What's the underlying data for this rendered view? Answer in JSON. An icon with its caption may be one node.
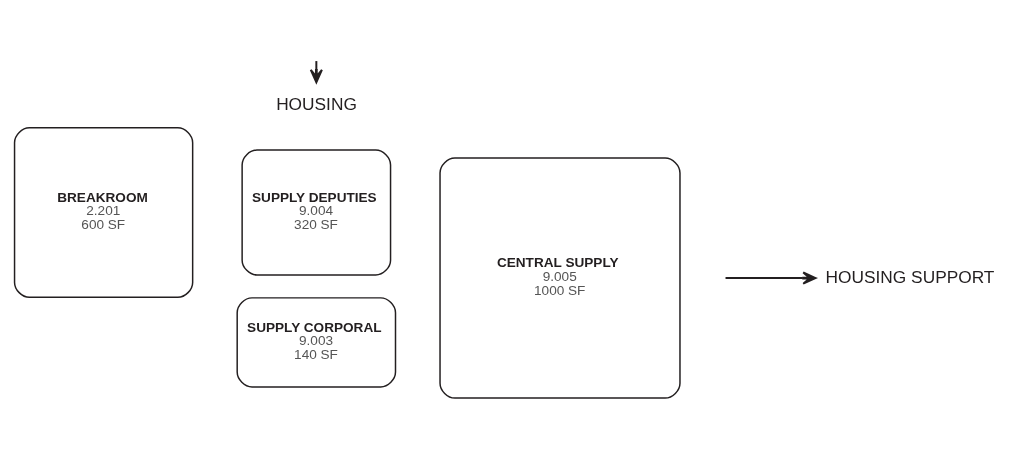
{
  "diagram": {
    "nodes": [
      {
        "text": [
          "BREAKROOM",
          "2.201",
          "600 SF"
        ]
      },
      {
        "text": [
          "SUPPLY DEPUTIES",
          "9.004",
          "320 SF"
        ]
      },
      {
        "text": [
          "SUPPLY CORPORAL",
          "9.003",
          "140 SF"
        ]
      },
      {
        "text": [
          "CENTRAL SUPPLY",
          "9.005",
          "1000 SF"
        ]
      },
      {
        "text": [
          "HOUSING"
        ]
      },
      {
        "text": [
          "HOUSING SUPPORT"
        ]
      }
    ],
    "edges": [
      {
        "from": null,
        "to": 4,
        "arrow": "to"
      },
      {
        "from": null,
        "to": 5,
        "arrow": "to"
      }
    ]
  }
}
